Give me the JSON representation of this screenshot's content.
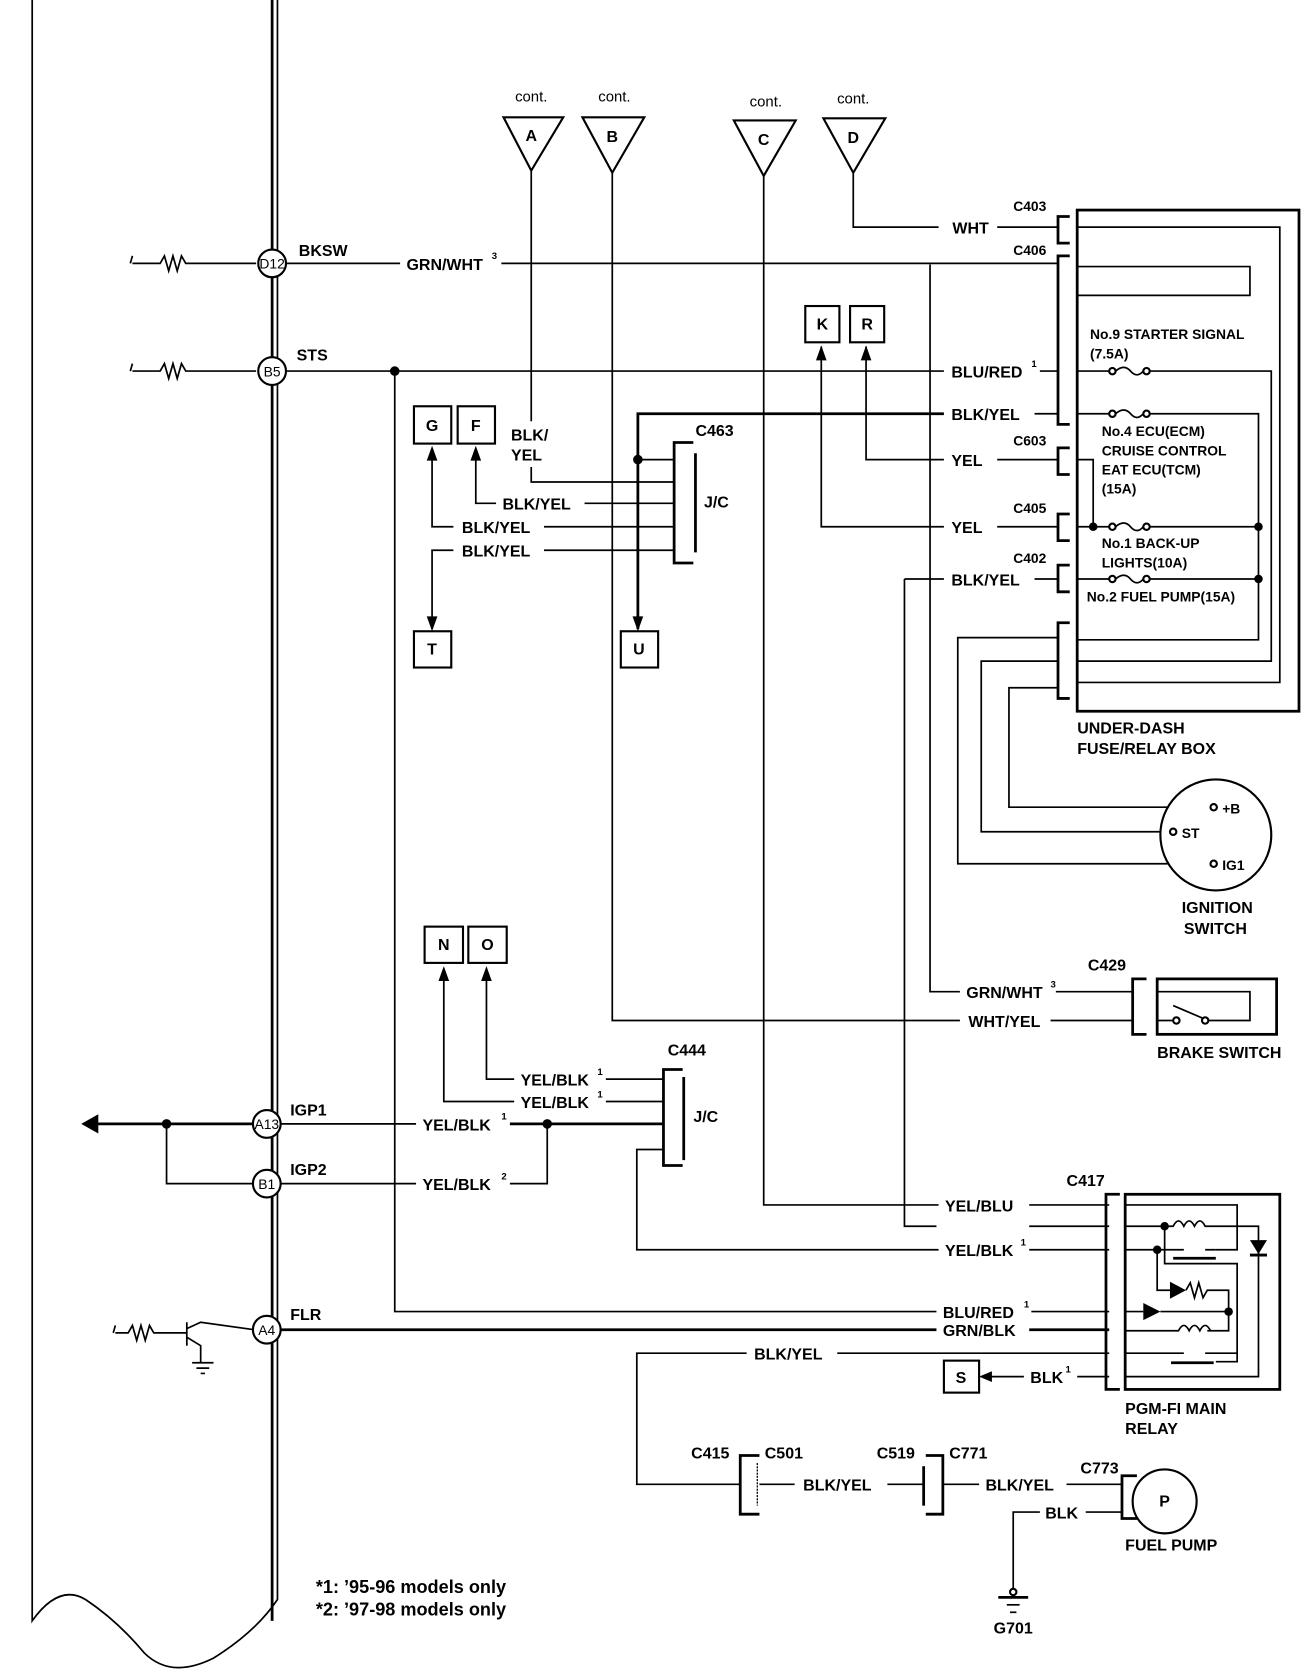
{
  "diagram": {
    "footnotes": [
      "*1: ’95-96 models only",
      "*2: ’97-98 models only"
    ],
    "continuations": [
      {
        "label": "cont.",
        "letter": "A"
      },
      {
        "label": "cont.",
        "letter": "B"
      },
      {
        "label": "cont.",
        "letter": "C"
      },
      {
        "label": "cont.",
        "letter": "D"
      }
    ],
    "ecm_pins": [
      {
        "pin": "D12",
        "signal": "BKSW"
      },
      {
        "pin": "B5",
        "signal": "STS"
      },
      {
        "pin": "A13",
        "signal": "IGP1"
      },
      {
        "pin": "B1",
        "signal": "IGP2"
      },
      {
        "pin": "A4",
        "signal": "FLR"
      }
    ],
    "ref_boxes": [
      "K",
      "R",
      "G",
      "F",
      "T",
      "U",
      "N",
      "O",
      "S"
    ],
    "connectors": {
      "c403": "C403",
      "c406": "C406",
      "c603": "C603",
      "c405": "C405",
      "c402": "C402",
      "c463": "C463",
      "c444": "C444",
      "c429": "C429",
      "c417": "C417",
      "c415": "C415",
      "c501": "C501",
      "c519": "C519",
      "c771": "C771",
      "c773": "C773"
    },
    "junction_label": "J/C",
    "wires": {
      "wht": "WHT",
      "grn_wht": "GRN/WHT",
      "blu_red": "BLU/RED",
      "blk_yel": "BLK/YEL",
      "yel": "YEL",
      "blk_yel_split1": "BLK/",
      "blk_yel_split2": "YEL",
      "yel_blk": "YEL/BLK",
      "wht_yel": "WHT/YEL",
      "yel_blu": "YEL/BLU",
      "grn_blk": "GRN/BLK",
      "blk": "BLK"
    },
    "superscripts": {
      "s1": "1",
      "s2": "2",
      "s3": "3"
    },
    "fuses": {
      "no9": [
        "No.9 STARTER SIGNAL",
        "(7.5A)"
      ],
      "no4": [
        "No.4 ECU(ECM)",
        "CRUISE CONTROL",
        "EAT ECU(TCM)",
        "(15A)"
      ],
      "no1": [
        "No.1 BACK-UP",
        "LIGHTS(10A)"
      ],
      "no2": "No.2 FUEL PUMP(15A)"
    },
    "components": {
      "fuse_box": [
        "UNDER-DASH",
        "FUSE/RELAY BOX"
      ],
      "ignition_switch": [
        "IGNITION",
        "SWITCH"
      ],
      "ign_terminals": [
        "+B",
        "ST",
        "IG1"
      ],
      "brake_switch": "BRAKE SWITCH",
      "main_relay": [
        "PGM-FI MAIN",
        "RELAY"
      ],
      "fuel_pump": "FUEL PUMP",
      "fuel_pump_symbol": "P",
      "ground": "G701"
    }
  }
}
